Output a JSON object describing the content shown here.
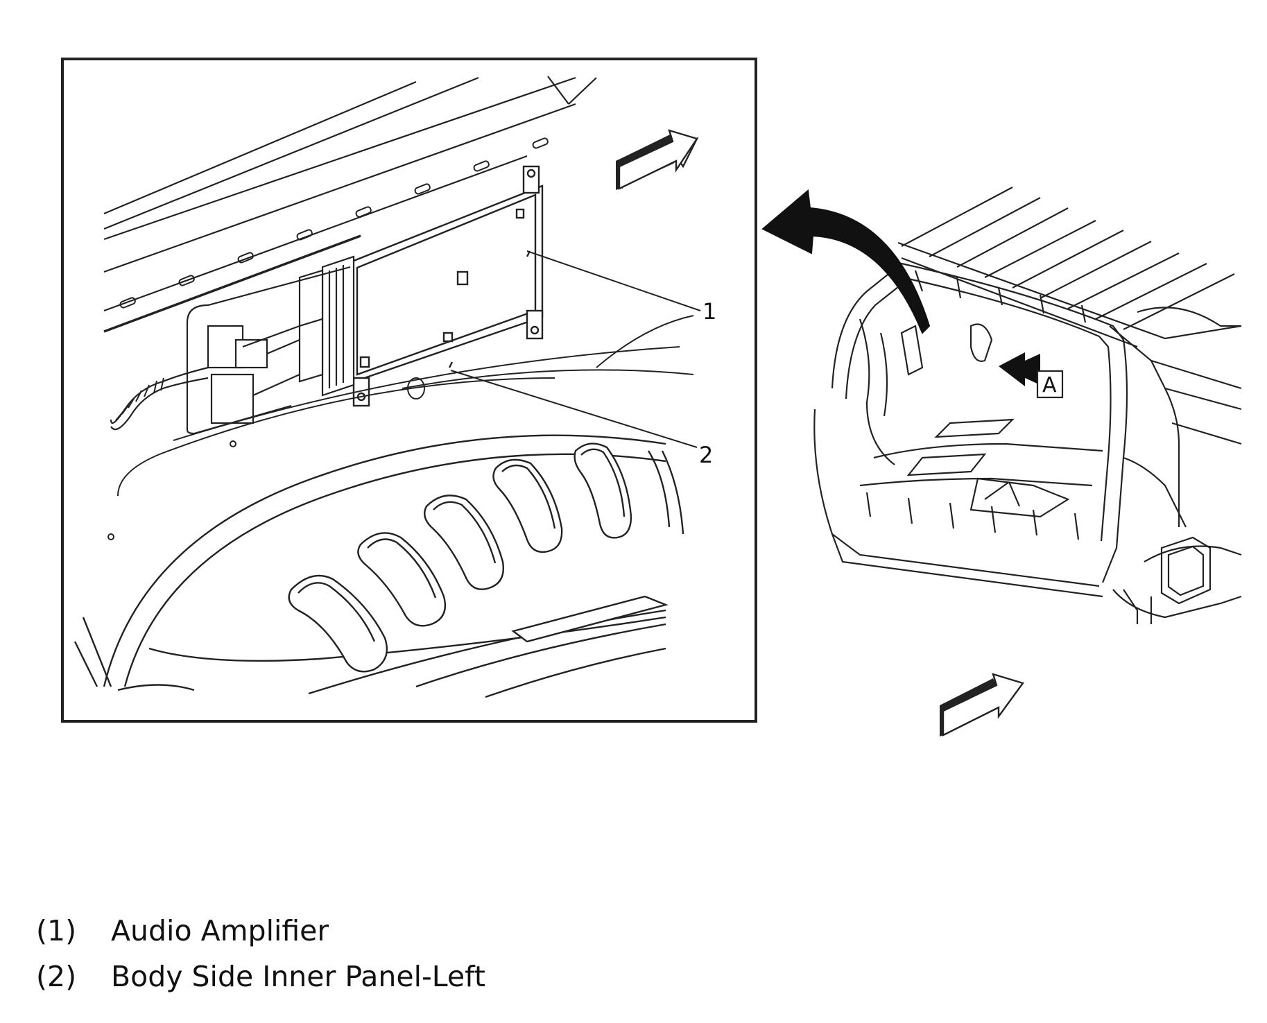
{
  "callouts": [
    {
      "number": "1",
      "label": "Audio Amplifier"
    },
    {
      "number": "2",
      "label": "Body Side Inner Panel-Left"
    }
  ],
  "view_label": "A",
  "legend": [
    {
      "number": "(1)",
      "label": "Audio Amplifier"
    },
    {
      "number": "(2)",
      "label": "Body Side Inner Panel-Left"
    }
  ]
}
